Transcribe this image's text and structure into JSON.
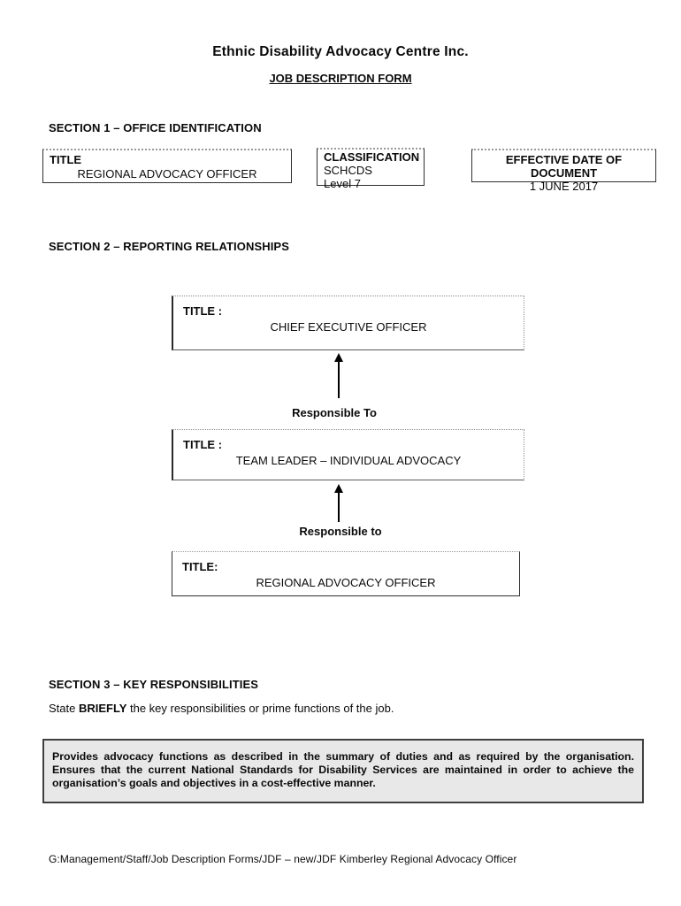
{
  "page": {
    "title": "Ethnic Disability Advocacy Centre Inc.",
    "subtitle": "JOB DESCRIPTION FORM",
    "footer": "G:Management/Staff/Job Description Forms/JDF – new/JDF Kimberley Regional Advocacy Officer"
  },
  "section1": {
    "heading": "SECTION 1 – OFFICE IDENTIFICATION",
    "title_box": {
      "label": "TITLE",
      "value": "REGIONAL ADVOCACY OFFICER"
    },
    "classification_box": {
      "label": "CLASSIFICATION",
      "line1": "SCHCDS",
      "line2": "Level 7"
    },
    "effective_date_box": {
      "label": "EFFECTIVE DATE OF DOCUMENT",
      "value": "1 JUNE 2017"
    }
  },
  "section2": {
    "heading": "SECTION 2 – REPORTING RELATIONSHIPS",
    "org_chart": {
      "level1": {
        "label": "TITLE :",
        "value": "CHIEF EXECUTIVE OFFICER"
      },
      "relation1": "Responsible To",
      "level2": {
        "label": "TITLE :",
        "value": "TEAM LEADER – INDIVIDUAL ADVOCACY"
      },
      "relation2": "Responsible to",
      "level3": {
        "label": "TITLE:",
        "value": "REGIONAL ADVOCACY OFFICER"
      }
    }
  },
  "section3": {
    "heading": "SECTION 3 – KEY RESPONSIBILITIES",
    "instruction_prefix": "State ",
    "instruction_bold": "BRIEFLY",
    "instruction_suffix": " the key responsibilities or prime functions of the job.",
    "summary": "Provides advocacy functions as described  in the summary of duties and as required by the organisation. Ensures that the current National Standards for Disability Services are maintained in order to achieve the organisation’s goals and objectives in a cost-effective manner."
  },
  "colors": {
    "summary_background": "#e8e8e8",
    "summary_border": "#3f3f3f",
    "text": "#0a0a0a"
  }
}
